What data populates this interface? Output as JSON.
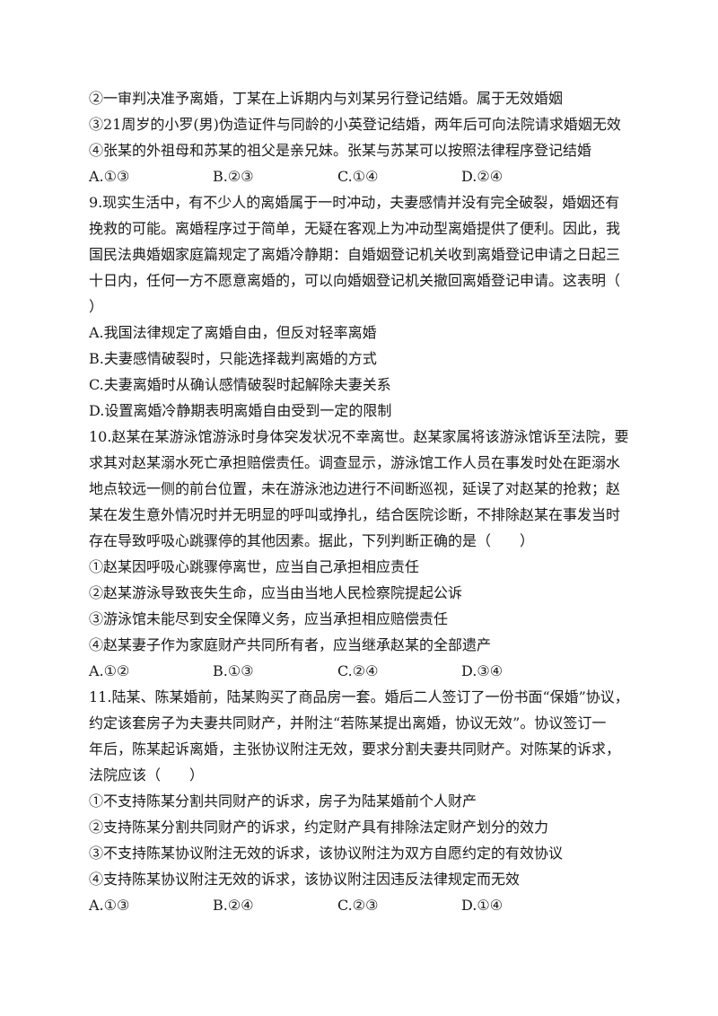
{
  "q8_tail": {
    "items": [
      "②一审判决准予离婚，丁某在上诉期内与刘某另行登记结婚。属于无效婚姻",
      "③21周岁的小罗(男)伪造证件与同龄的小英登记结婚，两年后可向法院请求婚姻无效",
      "④张某的外祖母和苏某的祖父是亲兄妹。张某与苏某可以按照法律程序登记结婚"
    ],
    "options": [
      "A.①③",
      "B.②③",
      "C.①④",
      "D.②④"
    ]
  },
  "q9": {
    "stem_lines": [
      "9.现实生活中，有不少人的离婚属于一时冲动，夫妻感情并没有完全破裂，婚姻还有",
      "挽救的可能。离婚程序过于简单，无疑在客观上为冲动型离婚提供了便利。因此，我",
      "国民法典婚姻家庭篇规定了离婚冷静期：自婚姻登记机关收到离婚登记申请之日起三",
      "十日内，任何一方不愿意离婚的，可以向婚姻登记机关撤回离婚登记申请。这表明（",
      "）"
    ],
    "choices": [
      "A.我国法律规定了离婚自由，但反对轻率离婚",
      "B.夫妻感情破裂时，只能选择裁判离婚的方式",
      "C.夫妻离婚时从确认感情破裂时起解除夫妻关系",
      "D.设置离婚冷静期表明离婚自由受到一定的限制"
    ]
  },
  "q10": {
    "stem_lines": [
      "10.赵某在某游泳馆游泳时身体突发状况不幸离世。赵某家属将该游泳馆诉至法院，要",
      "求其对赵某溺水死亡承担赔偿责任。调查显示，游泳馆工作人员在事发时处在距溺水",
      "地点较远一侧的前台位置，未在游泳池边进行不间断巡视，延误了对赵某的抢救；赵",
      "某在发生意外情况时并无明显的呼叫或挣扎，结合医院诊断，不排除赵某在事发当时",
      "存在导致呼吸心跳骤停的其他因素。据此，下列判断正确的是（　　）"
    ],
    "items": [
      "①赵某因呼吸心跳骤停离世，应当自己承担相应责任",
      "②赵某游泳导致丧失生命，应当由当地人民检察院提起公诉",
      "③游泳馆未能尽到安全保障义务，应当承担相应赔偿责任",
      "④赵某妻子作为家庭财产共同所有者，应当继承赵某的全部遗产"
    ],
    "options": [
      "A.①②",
      "B.①③",
      "C.②④",
      "D.③④"
    ]
  },
  "q11": {
    "stem_lines": [
      "11.陆某、陈某婚前，陆某购买了商品房一套。婚后二人签订了一份书面“保婚”协议，",
      "约定该套房子为夫妻共同财产，并附注“若陈某提出离婚，协议无效”。协议签订一",
      "年后，陈某起诉离婚，主张协议附注无效，要求分割夫妻共同财产。对陈某的诉求，",
      "法院应该（　　）"
    ],
    "items": [
      "①不支持陈某分割共同财产的诉求，房子为陆某婚前个人财产",
      "②支持陈某分割共同财产的诉求，约定财产具有排除法定财产划分的效力",
      "③不支持陈某协议附注无效的诉求，该协议附注为双方自愿约定的有效协议",
      "④支持陈某协议附注无效的诉求，该协议附注因违反法律规定而无效"
    ],
    "options": [
      "A.①③",
      "B.②④",
      "C.②③",
      "D.①④"
    ]
  }
}
